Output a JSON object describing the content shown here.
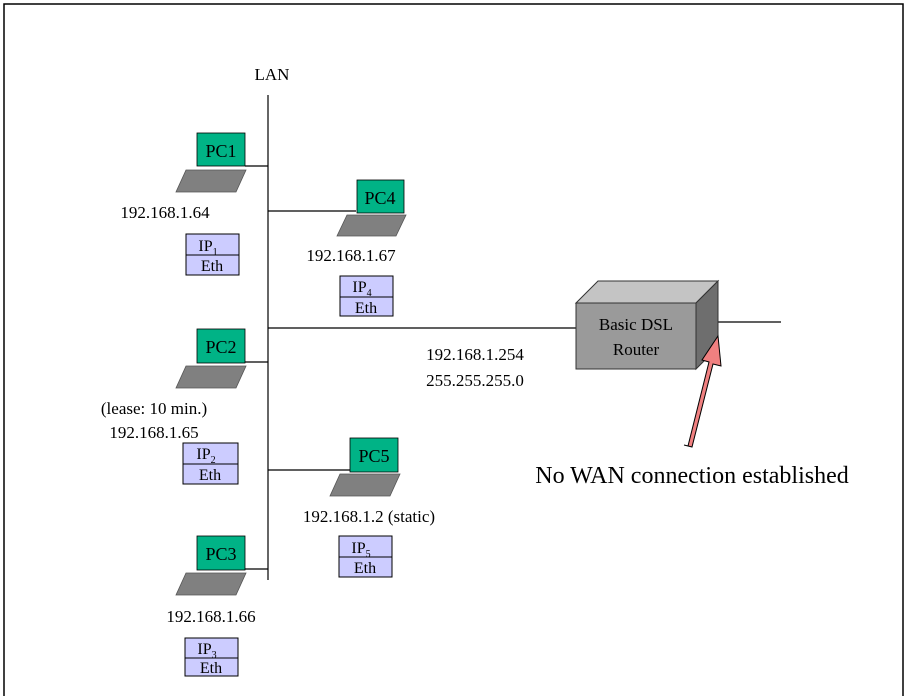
{
  "colors": {
    "pc_screen": "#00b386",
    "laptop_body": "#808080",
    "stack_fill": "#ccccff",
    "router_front": "#9a9a9a",
    "router_side": "#6e6e6e",
    "router_top": "#c4c4c4",
    "arrow_fill": "#f08080"
  },
  "lan": {
    "label": "LAN"
  },
  "pcs": [
    {
      "id": "pc1",
      "name": "PC1",
      "ip": "192.168.1.64",
      "stack": {
        "ip": "IP",
        "sub": "1",
        "eth": "Eth"
      }
    },
    {
      "id": "pc2",
      "name": "PC2",
      "lease": "(lease: 10 min.)",
      "ip": "192.168.1.65",
      "stack": {
        "ip": "IP",
        "sub": "2",
        "eth": "Eth"
      }
    },
    {
      "id": "pc3",
      "name": "PC3",
      "ip": "192.168.1.66",
      "stack": {
        "ip": "IP",
        "sub": "3",
        "eth": "Eth"
      }
    },
    {
      "id": "pc4",
      "name": "PC4",
      "ip": "192.168.1.67",
      "stack": {
        "ip": "IP",
        "sub": "4",
        "eth": "Eth"
      }
    },
    {
      "id": "pc5",
      "name": "PC5",
      "ip": "192.168.1.2 (static)",
      "stack": {
        "ip": "IP",
        "sub": "5",
        "eth": "Eth"
      }
    }
  ],
  "router": {
    "line1": "Basic DSL",
    "line2": "Router",
    "ip": "192.168.1.254",
    "mask": "255.255.255.0"
  },
  "wan_note": "No WAN connection established"
}
